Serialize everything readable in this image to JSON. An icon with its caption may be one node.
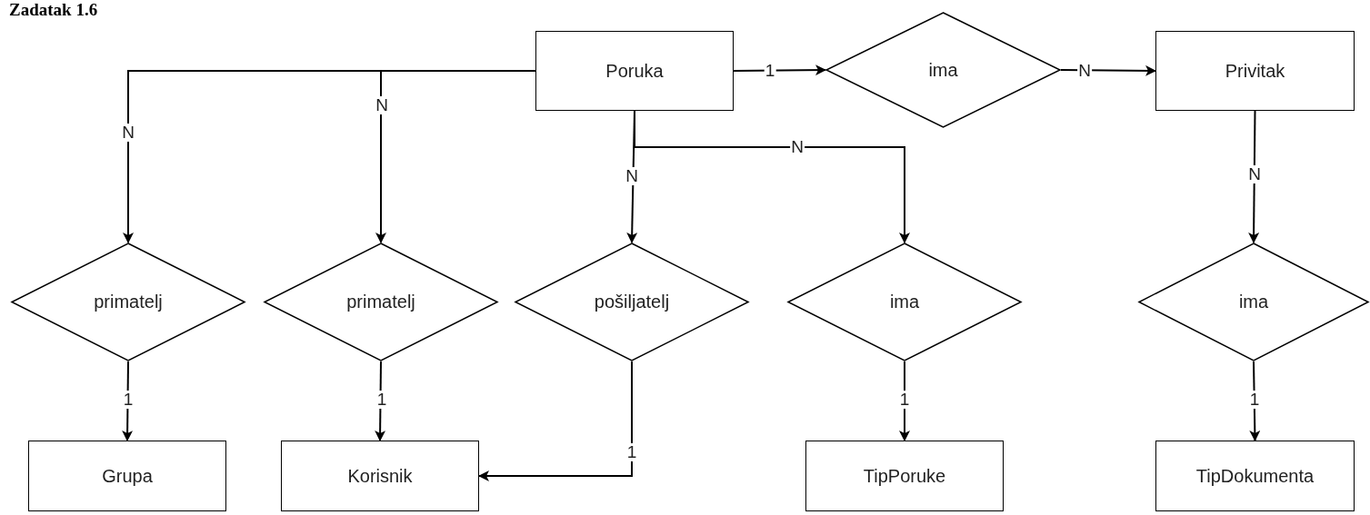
{
  "diagram": {
    "title": "Zadatak 1.6",
    "nodes": [
      {
        "text": [
          "Poruka"
        ]
      },
      {
        "text": [
          "ima"
        ]
      },
      {
        "text": [
          "Privitak"
        ]
      },
      {
        "text": [
          "primatelj"
        ]
      },
      {
        "text": [
          "primatelj"
        ]
      },
      {
        "text": [
          "pošiljatelj"
        ]
      },
      {
        "text": [
          "ima"
        ]
      },
      {
        "text": [
          "ima"
        ]
      },
      {
        "text": [
          "Grupa"
        ]
      },
      {
        "text": [
          "Korisnik"
        ]
      },
      {
        "text": [
          "TipPoruke"
        ]
      },
      {
        "text": [
          "TipDokumenta"
        ]
      }
    ],
    "edges": [
      {
        "from": 0,
        "to": 1,
        "arrow": "to",
        "label": "1"
      },
      {
        "from": 1,
        "to": 2,
        "arrow": "to",
        "label": "N"
      },
      {
        "from": 0,
        "to": 3,
        "arrow": "to",
        "label": "N"
      },
      {
        "from": 0,
        "to": 4,
        "arrow": "to",
        "label": "N"
      },
      {
        "from": 0,
        "to": 5,
        "arrow": "to",
        "label": "N"
      },
      {
        "from": 0,
        "to": 6,
        "arrow": "to",
        "label": "N"
      },
      {
        "from": 2,
        "to": 7,
        "arrow": "to",
        "label": "N"
      },
      {
        "from": 3,
        "to": 8,
        "arrow": "to",
        "label": "1"
      },
      {
        "from": 4,
        "to": 9,
        "arrow": "to",
        "label": "1"
      },
      {
        "from": 5,
        "to": 9,
        "arrow": "to",
        "label": "1"
      },
      {
        "from": 6,
        "to": 10,
        "arrow": "to",
        "label": "1"
      },
      {
        "from": 7,
        "to": 11,
        "arrow": "to",
        "label": "1"
      }
    ]
  }
}
